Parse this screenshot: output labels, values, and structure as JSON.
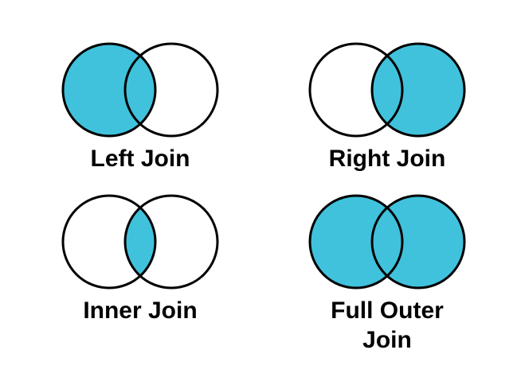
{
  "page": {
    "background": "#FFFFFF"
  },
  "colors": {
    "shade_fill": "#41C2DC",
    "circle_stroke": "#000000",
    "label_text": "#000000"
  },
  "diagrams": [
    {
      "label": "Left Join",
      "shaded": "left"
    },
    {
      "label": "Right Join",
      "shaded": "right"
    },
    {
      "label": "Inner Join",
      "shaded": "intersection"
    },
    {
      "label": "Full Outer Join",
      "shaded": "both"
    }
  ]
}
